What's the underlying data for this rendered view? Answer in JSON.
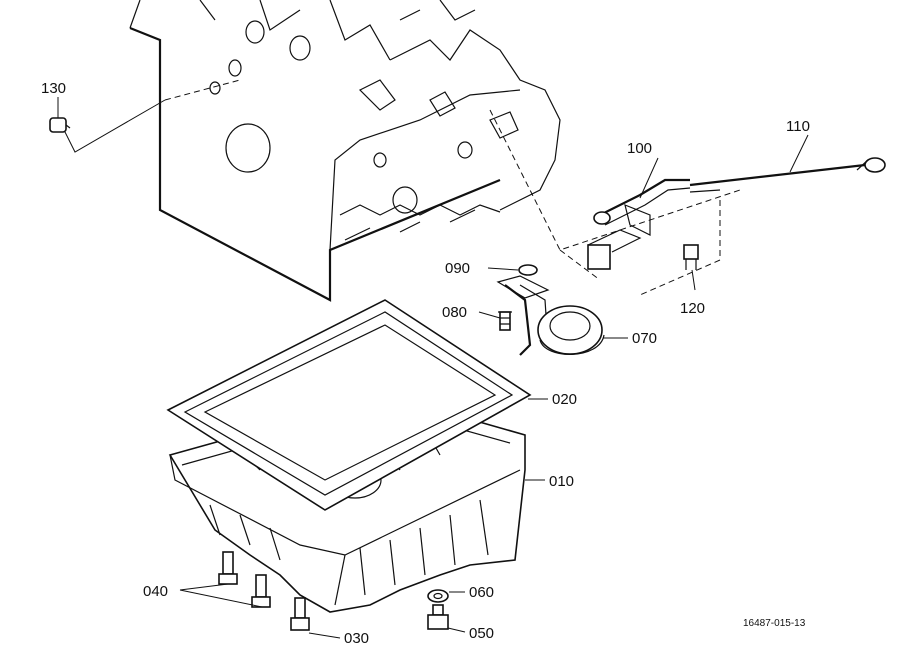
{
  "diagram": {
    "reference_code": "16487-015-13",
    "callouts": {
      "p010": "010",
      "p020": "020",
      "p030": "030",
      "p040": "040",
      "p050": "050",
      "p060": "060",
      "p070": "070",
      "p080": "080",
      "p090": "090",
      "p100": "100",
      "p110": "110",
      "p120": "120",
      "p130": "130"
    }
  }
}
